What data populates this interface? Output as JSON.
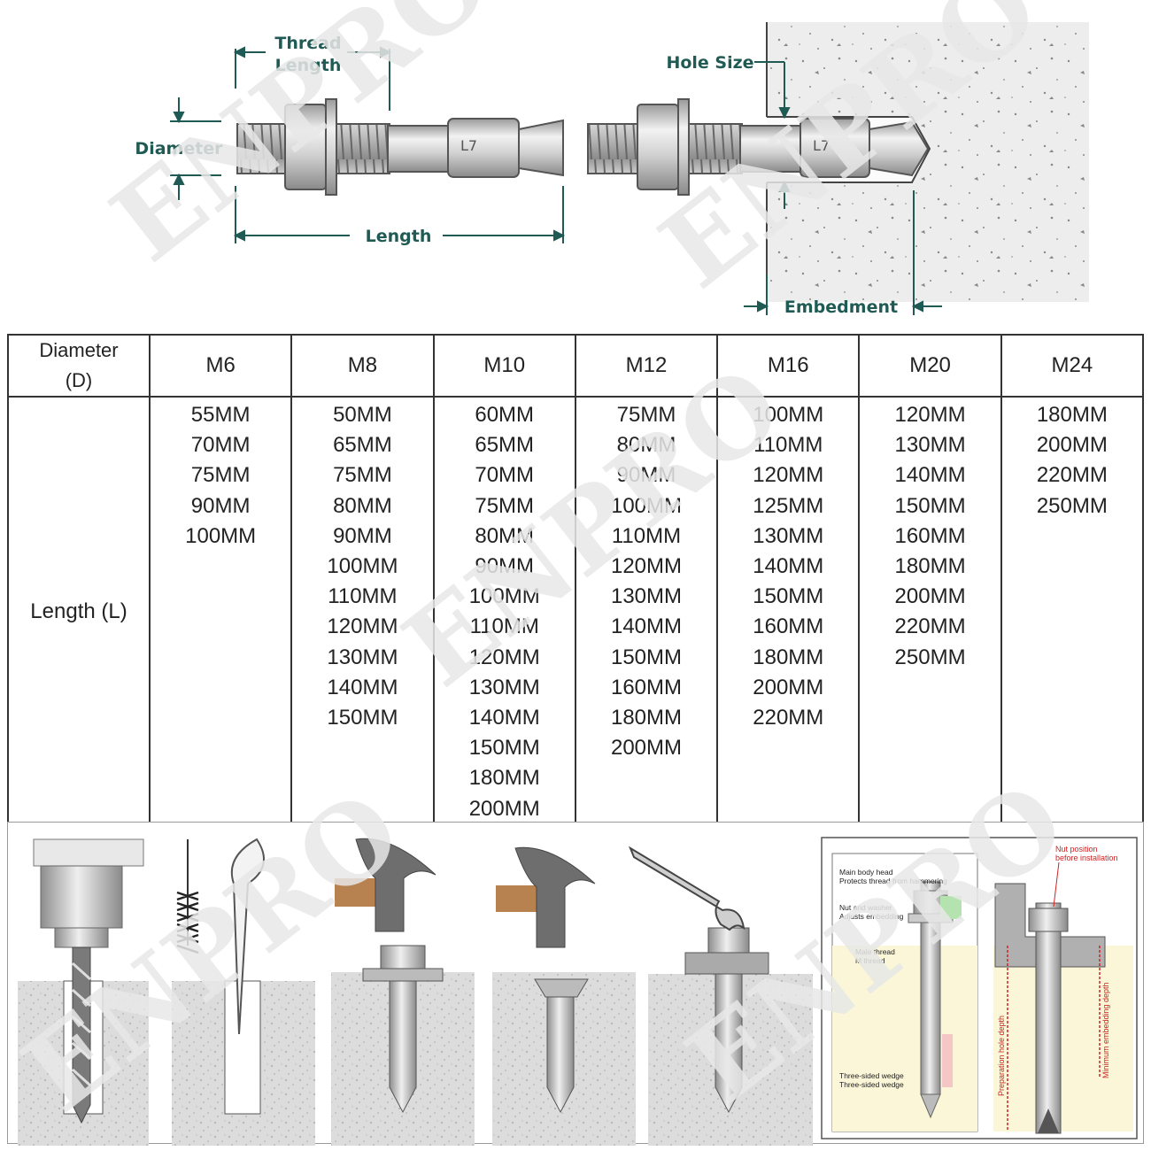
{
  "diagram": {
    "thread_length_label": [
      "Thread",
      "Length"
    ],
    "diameter_label": "Diameter",
    "length_label": "Length",
    "hole_size_label": "Hole Size",
    "embedment_label": "Embedment",
    "watermark": "ENPRO"
  },
  "table": {
    "header_label": [
      "Diameter",
      "(D)"
    ],
    "row_label": "Length (L)",
    "columns": [
      {
        "diameter": "M6",
        "lengths": [
          "55MM",
          "70MM",
          "75MM",
          "90MM",
          "100MM"
        ]
      },
      {
        "diameter": "M8",
        "lengths": [
          "50MM",
          "65MM",
          "75MM",
          "80MM",
          "90MM",
          "100MM",
          "110MM",
          "120MM",
          "130MM",
          "140MM",
          "150MM"
        ]
      },
      {
        "diameter": "M10",
        "lengths": [
          "60MM",
          "65MM",
          "70MM",
          "75MM",
          "80MM",
          "90MM",
          "100MM",
          "110MM",
          "120MM",
          "130MM",
          "140MM",
          "150MM",
          "180MM",
          "200MM"
        ]
      },
      {
        "diameter": "M12",
        "lengths": [
          "75MM",
          "80MM",
          "90MM",
          "100MM",
          "110MM",
          "120MM",
          "130MM",
          "140MM",
          "150MM",
          "160MM",
          "180MM",
          "200MM"
        ]
      },
      {
        "diameter": "M16",
        "lengths": [
          "100MM",
          "110MM",
          "120MM",
          "125MM",
          "130MM",
          "140MM",
          "150MM",
          "160MM",
          "180MM",
          "200MM",
          "220MM"
        ]
      },
      {
        "diameter": "M20",
        "lengths": [
          "120MM",
          "130MM",
          "140MM",
          "150MM",
          "160MM",
          "180MM",
          "200MM",
          "220MM",
          "250MM"
        ]
      },
      {
        "diameter": "M24",
        "lengths": [
          "180MM",
          "200MM",
          "220MM",
          "250MM"
        ]
      }
    ]
  },
  "install_diagram": {
    "main_body_head": "Main body head",
    "main_body_head_sub": "Protects thread from hammering",
    "nut_and_washer": "Nut and washer",
    "nut_and_washer_sub": "Adjusts embedding",
    "male_thread": "Male thread",
    "male_thread_sub": "M thread",
    "wedge": "Three-sided wedge",
    "wedge_sub": "Three-sided wedge",
    "nut_position": "Nut position",
    "nut_position_sub": "before installation",
    "prep_hole_depth": "Preparation hole depth",
    "min_embed_depth": "Minimum embedding depth"
  }
}
